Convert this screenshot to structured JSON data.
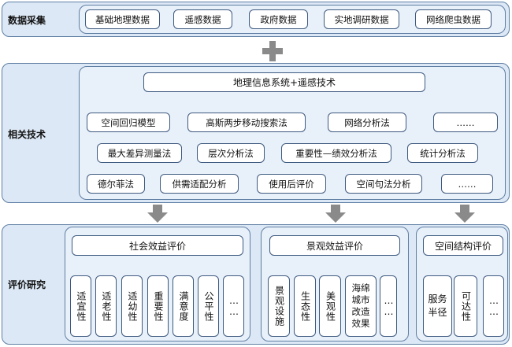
{
  "data_collection": {
    "label": "数据采集",
    "items": [
      "基础地理数据",
      "遥感数据",
      "政府数据",
      "实地调研数据",
      "网络爬虫数据"
    ]
  },
  "plus_symbol": "+",
  "related_tech": {
    "label": "相关技术",
    "header": "地理信息系统+遥感技术",
    "row1": [
      "空间回归模型",
      "高斯两步移动搜索法",
      "网络分析法",
      "……"
    ],
    "row2": [
      "最大差异测量法",
      "层次分析法",
      "重要性—绩效分析法",
      "统计分析法"
    ],
    "row3": [
      "德尔菲法",
      "供需适配分析",
      "使用后评价",
      "空间句法分析",
      "……"
    ]
  },
  "evaluation": {
    "label": "评价研究",
    "social": {
      "title": "社会效益评价",
      "items": [
        "适宜性",
        "适老性",
        "适幼性",
        "重要性",
        "满意度",
        "公平性",
        "……"
      ]
    },
    "landscape": {
      "title": "景观效益评价",
      "items": [
        "景观设施",
        "生态性",
        "美观性",
        "海绵城市改造效果",
        "……"
      ]
    },
    "spatial": {
      "title": "空间结构评价",
      "items": [
        "服务半径",
        "可达性",
        "……"
      ]
    }
  },
  "colors": {
    "panel_fill": "#dce8f5",
    "panel_border": "#5f7ea3",
    "box_border": "#3e5a80",
    "arrow": "#8a8a8a"
  }
}
